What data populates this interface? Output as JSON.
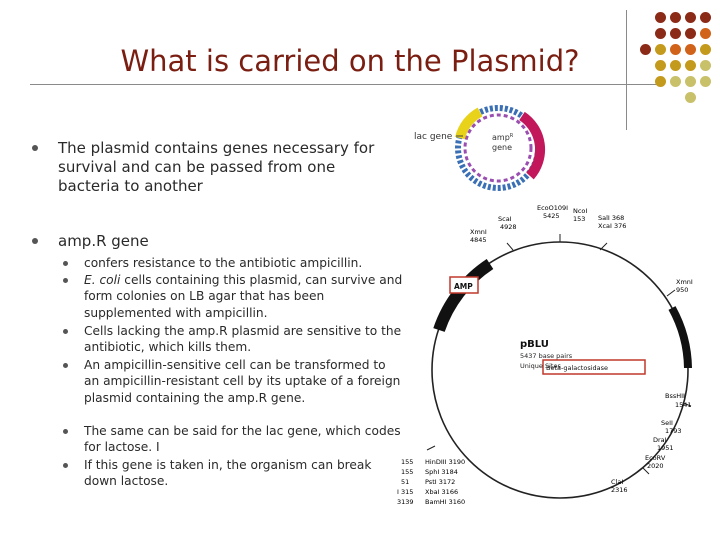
{
  "slide": {
    "title": "What is carried on the Plasmid?",
    "colors": {
      "title": "#7a1e12",
      "dot_dark": "#8b2a17",
      "dot_orange": "#d0621a",
      "dot_gold": "#c49a1c",
      "dot_olive": "#c9c06a"
    },
    "bullets": [
      {
        "text": "The plasmid contains genes necessary for survival and can be passed from one bacteria to another"
      },
      {
        "text": "amp.R gene"
      }
    ],
    "sub_bullets": [
      {
        "prefix": "",
        "text": "confers resistance to the antibiotic ampicillin."
      },
      {
        "prefix": "E. coli",
        "text": " cells containing this plasmid, can survive and form colonies on LB agar that has been supplemented with ampicillin."
      },
      {
        "prefix": "",
        "text": "Cells lacking the amp.R plasmid are sensitive to the antibiotic, which kills them."
      },
      {
        "prefix": "",
        "text": "An ampicillin-sensitive cell can be transformed to an ampicillin-resistant cell by its uptake of a foreign plasmid containing the amp.R gene."
      },
      {
        "prefix": "",
        "text": "The same can be said for the lac gene, which codes for lactose. I"
      },
      {
        "prefix": "",
        "text": "If this gene is taken in, the organism can break down lactose."
      }
    ]
  },
  "top_figure": {
    "lac_label": "lac gene",
    "amp_label_1": "amp",
    "amp_label_sup": "R",
    "amp_label_2": "gene"
  },
  "plasmid_map": {
    "name": "pBLU",
    "size": "5437 base pairs",
    "subtitle": "Unique Sites",
    "amp_box": "AMP",
    "lac_box": "Beta-galactosidase",
    "sites": {
      "eco": "EcoO109I",
      "eco_pos": "5425",
      "nco": "NcoI",
      "nco_pos": "153",
      "scai": "ScaI",
      "scai_pos": "4928",
      "xmni": "XmnI",
      "xmni_pos": "4845",
      "sall": "SalI 368",
      "xcal": "XcaI 376",
      "xmni2": "XmnI",
      "xmni2_pos": "950",
      "bsshii": "BssHII",
      "bsshii_pos": "1541",
      "sell": "SeII",
      "sell_pos": "1793",
      "drai": "DraI",
      "drai_pos": "1951",
      "ecorv": "EcoRV",
      "ecorv_pos": "2020",
      "clai": "ClaI",
      "clai_pos": "2316",
      "hind": "HinDIII 3190",
      "sph": "SphI 3184",
      "pst": "PstI 3172",
      "xba": "XbaI 3166",
      "bam": "BamHI 3160",
      "left1": "155",
      "left2": "155",
      "left3": "51",
      "left4": "I 315",
      "left5": "3139"
    }
  }
}
